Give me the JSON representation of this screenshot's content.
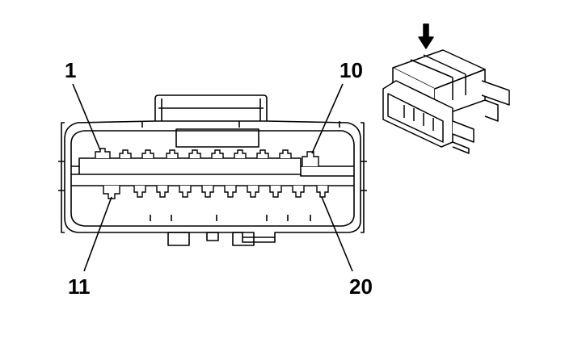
{
  "pin_labels": {
    "pin_1": "1",
    "pin_10": "10",
    "pin_11": "11",
    "pin_20": "20"
  },
  "colors": {
    "line": "#000000",
    "background": "#ffffff",
    "fill": "#ffffff"
  },
  "icons": {
    "direction_arrow": "down-arrow-icon"
  }
}
